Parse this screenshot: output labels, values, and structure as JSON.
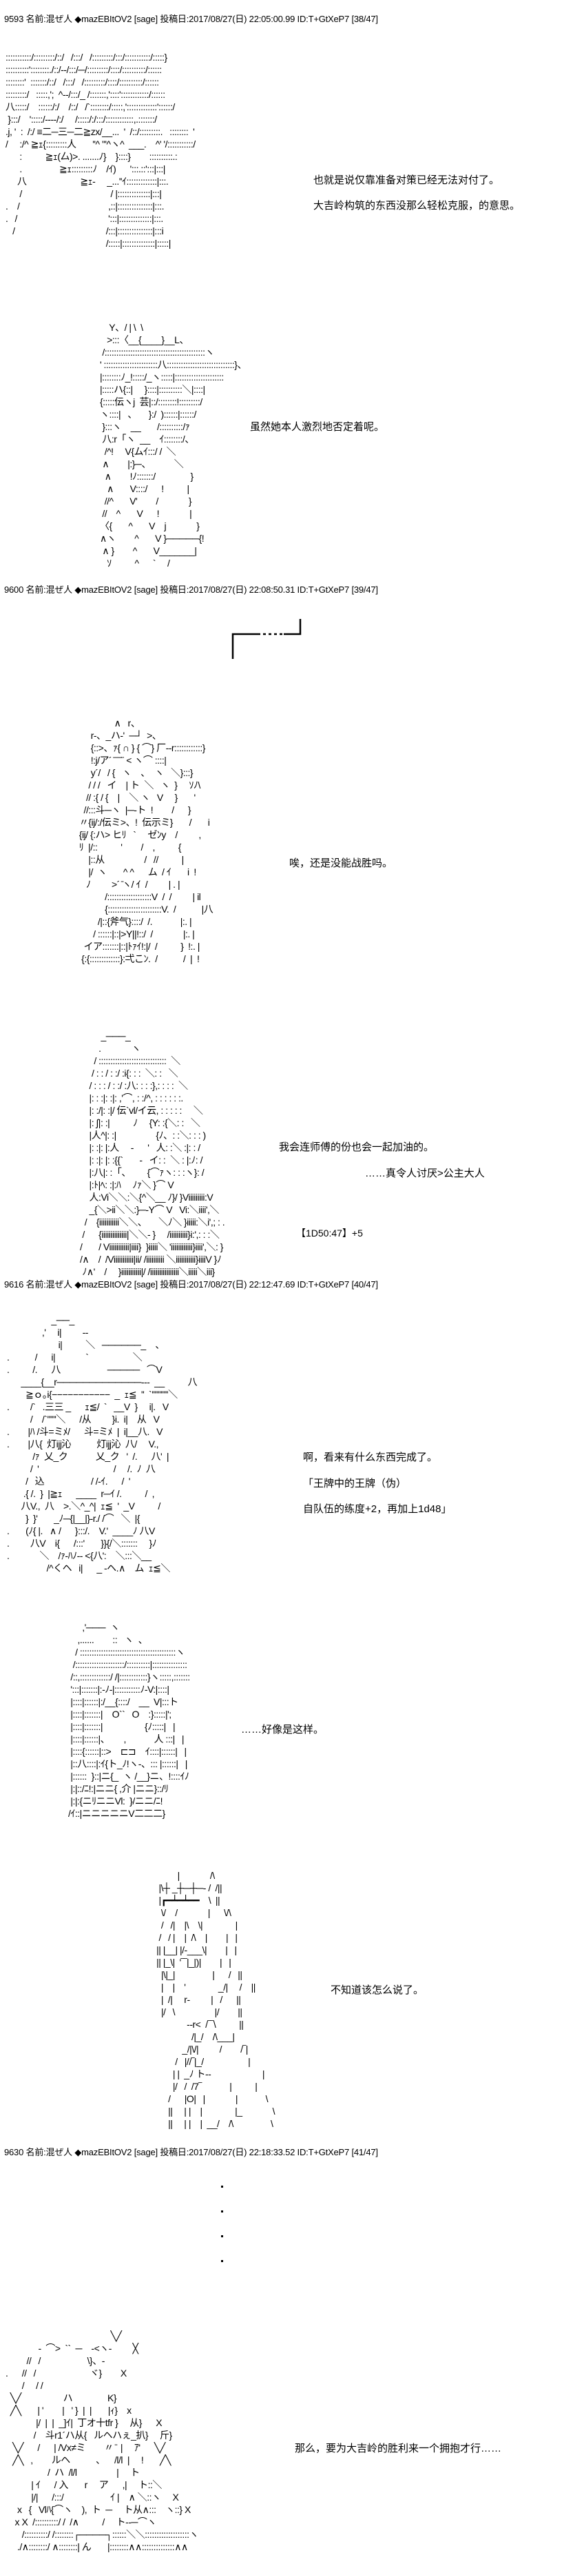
{
  "posts": [
    {
      "header": "9593 名前:混ぜ人 ◆mazEBItOV2 [sage] 投稿日:2017/08/27(日) 22:05:00.99 ID:T+GtXeP7 [38/47]",
      "aa": [
        ":::::::::::/:::::::::/::/   /:::/   /:::::::::/:::/:::::::::::/:::::}\n::::::::::'::::::::./::/--/:::/─/:::::::::/::::/::::::::::/::::::\n::::::::'  :::::::/::/   /:::/   /:::::::::/::::/::::::::::/::::::\n:::::::::/   :::::,';  ^--/:::/_ /:::::::,'::::'::::::::::::/::::::\n八:::::/    ::::::/:/    /::/   /`::::::::/:::::,':::::::::::::'::::::/\n }:::/    ':::::/----/:/     /:::::/:/:::/::::::::::::,.:::::::/\n.j, '  :  /:/ ≡二─三─二≧zx/__...  '  /::/:::::::::.   ::::::::  '\n/     :/^ ≧ｪ{:::::::::人       ''^ '''^ヽ^  ___.    ^' '/:::::::::::/\n      :          ≧ｪ(厶)>. .......ﾉ}    }::::}        ::::::::::.:\n      .                ≧ｪ:::::::::ﾉ    /ｲ)      ':::.::':::|:::|\n     八                       ≧ｪ-     _...''ｲ:::::::::::::|:::.\n      /                                      / |::::::::::::::|:::|\n.    /                                      ,::|:::::::::::::::|:::.\n.   /                                       ':::|::::::::::::::|:::.\n   /                                       /:::|:::::::::::::::|:::i\n                                           /:::::|::::::::::::::|:::::|",
        "         Y、/ | \\  \\\n        >:::〈__{____}__L、\n      /:::::::::::::::::::::::::::::::::::::::::::ヽ\n     ' :::::::::::::::::::::::八:::::::::::::::::::::::::::::}、\n     |::::::::ﾉ_!:::::/_ヽ:::::|:::::::::::::::::::::\n     |:::::ハ{::|     }::::|::::::::::＼|::::|\n     {:::::伝ヽj  芸|::/::::::::!:::::::::/\n     ヽ::::|   、     }:/  )::::::|::::::/\n      }:::ヽ    __       /::::::::::/ｧ\n      八:r「ヽ  __    ｲ::::::::/、\n       /^!     V{ムｲ:::/ /  ＼\n      ∧        |:}─、          ＼\n       ∧        !ﾉ:::::::/               }\n        ∧       V::::/      !          |\n       //^       V'        /             }\n      //    ^       V      !             |\n     〈{       ^       V    j             }\n     ∧ヽ        ^       V }─────{!\n      ∧ }        ^       V_______|\n        ｿ          ^      `     /"
      ],
      "lines": [
        "也就是说仅靠准备对策已经无法对付了。",
        "大吉岭构筑的东西没那么轻松克服，的意思。",
        "虽然她本人激烈地否定着呢。"
      ]
    },
    {
      "header": "9600 名前:混ぜ人 ◆mazEBItOV2 [sage] 投稿日:2017/08/27(日) 22:08:50.31 ID:T+GtXeP7 [39/47]",
      "aa": [
        "                 ∧   r、\n       r‐、_ハ‐'  ─┘  >、\n       {::>、ｧ{ ∩ } { ⌒} 厂‐‐r::::::::::::}\n       !:j/ア´ ̄ ̄ ̄ ̄¨ < ヽ⌒ ::::|\n       y´/   / {   ヽ    、  ヽ   ＼}:::}\n      / / /   イ    | ト  ＼   ヽ  }     ｿﾉ\\\n     // :{ / {    |    ＼ ヽ   V     }       '\n    //:::斗─ヽ  |─‐ト  !        /      }\n  〃{ij/:/伝ミ>、!  伝示ミ}       /       i\n  {ij/ {:ハ> ヒﾘ   `     ゼﾝy    /         ,\n  ﾘ  |/::          '        /    ,          {\n      |::从                 /   //          |\n      |/  ヽ       ^ ^      ム  / ｲ       i  !\n     ﾉ         >´ ̄ヽ/ ｲ  /         | . |\n             /:::::::::::::::::::V  /  /         | il\n             {:::::::::::::::::::::::V.  /           |八\n          /|::{斧气}::::/  /.            |:. |\n        / ::::::|::|>Y||!::/  /             |:. |\n    イア:::::::|::|ﾄｧｲ!:|/  /          }  !:. |\n   {:{:::::::::::::}:弌こﾝ.  /           /  |  !"
      ],
      "lines": [
        "唉，还是没能战胜吗。"
      ]
    },
    {
      "aa": [
        "         _───_\n        .             ヽ\n      / :::::::::::::::::::::::::::::  ＼\n     / : : / : :/ :i{: : :  ＼: :   ＼\n    / : : : / : :/ :八: : : :},: : : :  ＼\n    |: : :|: :|: ,'⌒, : :/^, : : : : : :.\n    |: :/|: :|/ 伝`vl/イ云, : : : : :     ＼\n    |: ∫|: :|          ﾉ     {Y: :{＼: :   ＼\n    |人^|: :|                 {ﾉ、: :＼: : : )\n    |: :|: |:人     -      '   人: :＼ :|: : /\n    |: :|: |: :{{`       -   イ: :  ＼ : |:ﾉ: /\n    |:八|: :「、       {⌒ｧヽ: : :ヽ}: /\n    |:ﾄ|ﾍ: :|:ﾊ     ﾉｧ＼ }⌒ V\n    人:Vi＼＼:＼{^＼__ ﾉ}/ }Viiiiiiiii:V\n    _{＼>ii＼＼:}─‐Y⌒ V   Vi:＼iiii',＼\n  /    {iiiiiiiiiii＼＼、     ＼ﾉ＼ }iiiii:＼i',; : .\n /      {iiiiiiiiiiiiii|＼＼‐ }     /iiiiiiiiii}i:',: : :＼\n/       / Viiiiiiiiiii|iiii}  }iiiii＼ 'iiiiiiiiiiii}iiii',＼: }\n/∧    /  /Viiiiiiiiiii|ii/ /iiiiiiiiii ＼iiiiiiiiiii}iiiiV }ﾉ\n ﾉ∧'    /     }iiiiiiiiiii|/ /iiiiiiiiiiiiiiii＼iiiii＼iii}"
      ],
      "lines": [
        "我会连师傅的份也会一起加油的。",
        "……真令人讨厌>公主大人",
        "【1D50:47】+5"
      ]
    },
    {
      "header": "9616 名前:混ぜ人 ◆mazEBItOV2 [sage] 投稿日:2017/08/27(日) 22:12:47.69 ID:T+GtXeP7 [40/47]",
      "aa": [
        "                   _──_\n               ,'     i|         --\n                      i|          ＼   ──────_    、\n.           /      i|             `                   ＼\n.          /.      八                    ─────   ⌒V\n      ____{__r─────────────---  __          八\n        ≧ｏ｡i{−−−−−−−−−−−  _  ｪ≦  ''  `'''''''''''＼\n.         /`   .三三 _      ｪ≦/  `   __V  }     i|.   V\n          /    /`''''''＼      /从         }i.  i|    从   V\n.        |ﾊ /斗=ミﾒ/      斗=ミﾒ  |  i|__八.   V\n.        |八{  灯ijj沁           灯ijj沁  八/     V.,\n           /ｧ  乂_ク            乂_ク   '  /.      八'  |\n          /  '                                /     /.  ﾉ  八\n        /   込                    / /‐ｲ.      /  '\n       .{ /.  }  |≧ｪ      ____  r─ｲ /.          /  ,\n      八V.,  八    >.＼^_^|  ｪ≦  '  _V          /\n        }  }'       _ﾉ─{|__|}‐r./ /⌒   ＼  |{\n.       (ﾉ{ |.   ∧ /      }:::/.    V.'  ____ﾉ 八V\n.         八V    i{      /:::'       }}{/＼:::::::     }ﾉ\n.             ＼    /ｧ‐ﾊﾉ‐‐ <{八':    ＼:::＼__\n                 /^くヘ   i|      _ -ヘ.∧    ム  ｪ≦＼",
        "           ,'───  ヽ\n         ,......        ::   ヽ  、\n        / :::::::::::::::::::::::::::::::::::::::::ヽ\n       /:::::::::::::::::::::/::::::::::|:::::::::::::::\n      /::,:::::::::::::/ /|::::::::::::}ヽ:::::,:::::::\n      ':::|:::::::|:-ﾉ-|:::::::::::ﾉ-V:|::::|\n      |::::|::::::|:/__{::::/    __  V|:::ト\n      |::::|:::::::|    O``   O    :}:::::|';\n      |::::|:::::::|                  {ﾉ:::::|   |\n      |::::|::::::|、      ,            人 :::|   |\n      |::::{::::::|::>    ⊏⊐    ｲ::::|::::::|   |\n      |::八::::|:ｲ{ト_ﾉ!ヽ‐、::: |::::::|   |\n      |::::::  }::|ニ{_  ヽ /__}ニ、!::::ｲﾉ\n      |:|::/ﾆ!:|ニニ{ ,介 |ニニ}::/ﾘ\n      |:|:{ニﾘニニVl:  }/ニニ/ﾆ!\n     /ｲ::|ニニニニニV二二二}",
        "                 |             /\\\n         |\\┼ _┼─┼─- /  /||\n         |┏━┷━┷━━    \\  ||\n          \\/    /             |      \\/\\\n          /   /|    |\\    \\|              |\n         /   / |    |  /\\    |        |   |\n        || |__| |/-___\\|        |   |\n        || |_\\|  '‾‾|_|)|        |   |\n          |\\|_|                |      /   ||\n          |    |    '              _/|     /    ||\n          |  /|     r‐         |   /      ||\n          |/   \\                 |/        ||\n                     --r<  /‾‾\\          ||\n                       /|_/    /\\___|\n                   _/|\\/|         /        /‾|\n                /   |//‾|_/                   |\n               | |  _ﾉ ト--                      |\n               |/   /  /7‾            |          |\n             /      |O|   |             |            \\\n             ||     | |    |              |_             \\\n             ||     | |    |  __/    /\\                \\"
      ],
      "lines": [
        "啊，看来有什么东西完成了。",
        "「王牌中的王牌（伪）",
        "自队伍的练度+2，再加上1d48」",
        "……好像是这样。",
        "不知道该怎么说了。"
      ]
    },
    {
      "header": "9630 名前:混ぜ人 ◆mazEBItOV2 [sage] 投稿日:2017/08/27(日) 22:18:33.52 ID:T+GtXeP7 [41/47]",
      "aa": [
        "                                             ╲╱\n              -  ⌒>  ``  ─    -<ヽ-         ╳\n         //   /                    \\}、-\n.      //   /                       ヾ}        X\n       /     / /\n  ╲╱                  ハ               K}\n  ╱╲       | '        |   ' }  |  |       |ｨ}    x\n             |/  |  |  _]ｲ|  丁オ十tfr }     从}      X\n            /    斗r1´ハ从{   ルヘハぇ_扒}     斤}\n   ╲╱      /      | /Vx≠ミ        〃 ̄  |     ｱ'      ╲╱\n   ╱╲   ,        ルヘ           、    /l/l  |     !       ╱╲\n                  /  ハ  /l/l                 |     ト\n           | ｲ      / 入       r     ア      ,|     ト::＼\n           |/|      /:::/                    ｲ |    ∧ ＼::ヽ     X\n     x   {   Vlﾊ{⌒ヽ    ),  ト  ─     ト从∧:::    ヽ::} X\n    x X  /::::::::::/ /  /∧          /     ト‐‐─⌒ヽ\n       /::::::::::/ /::::::::┌────┐::::::＼＼:::::::::::::::::::ヽ\n     ./∧::::::::/ ∧::::::::| ん       |::::::::∧∧::::::::::::::∧∧"
      ],
      "lines": [
        "那么，要为大吉岭的胜利来一个拥抱才行……"
      ]
    }
  ]
}
